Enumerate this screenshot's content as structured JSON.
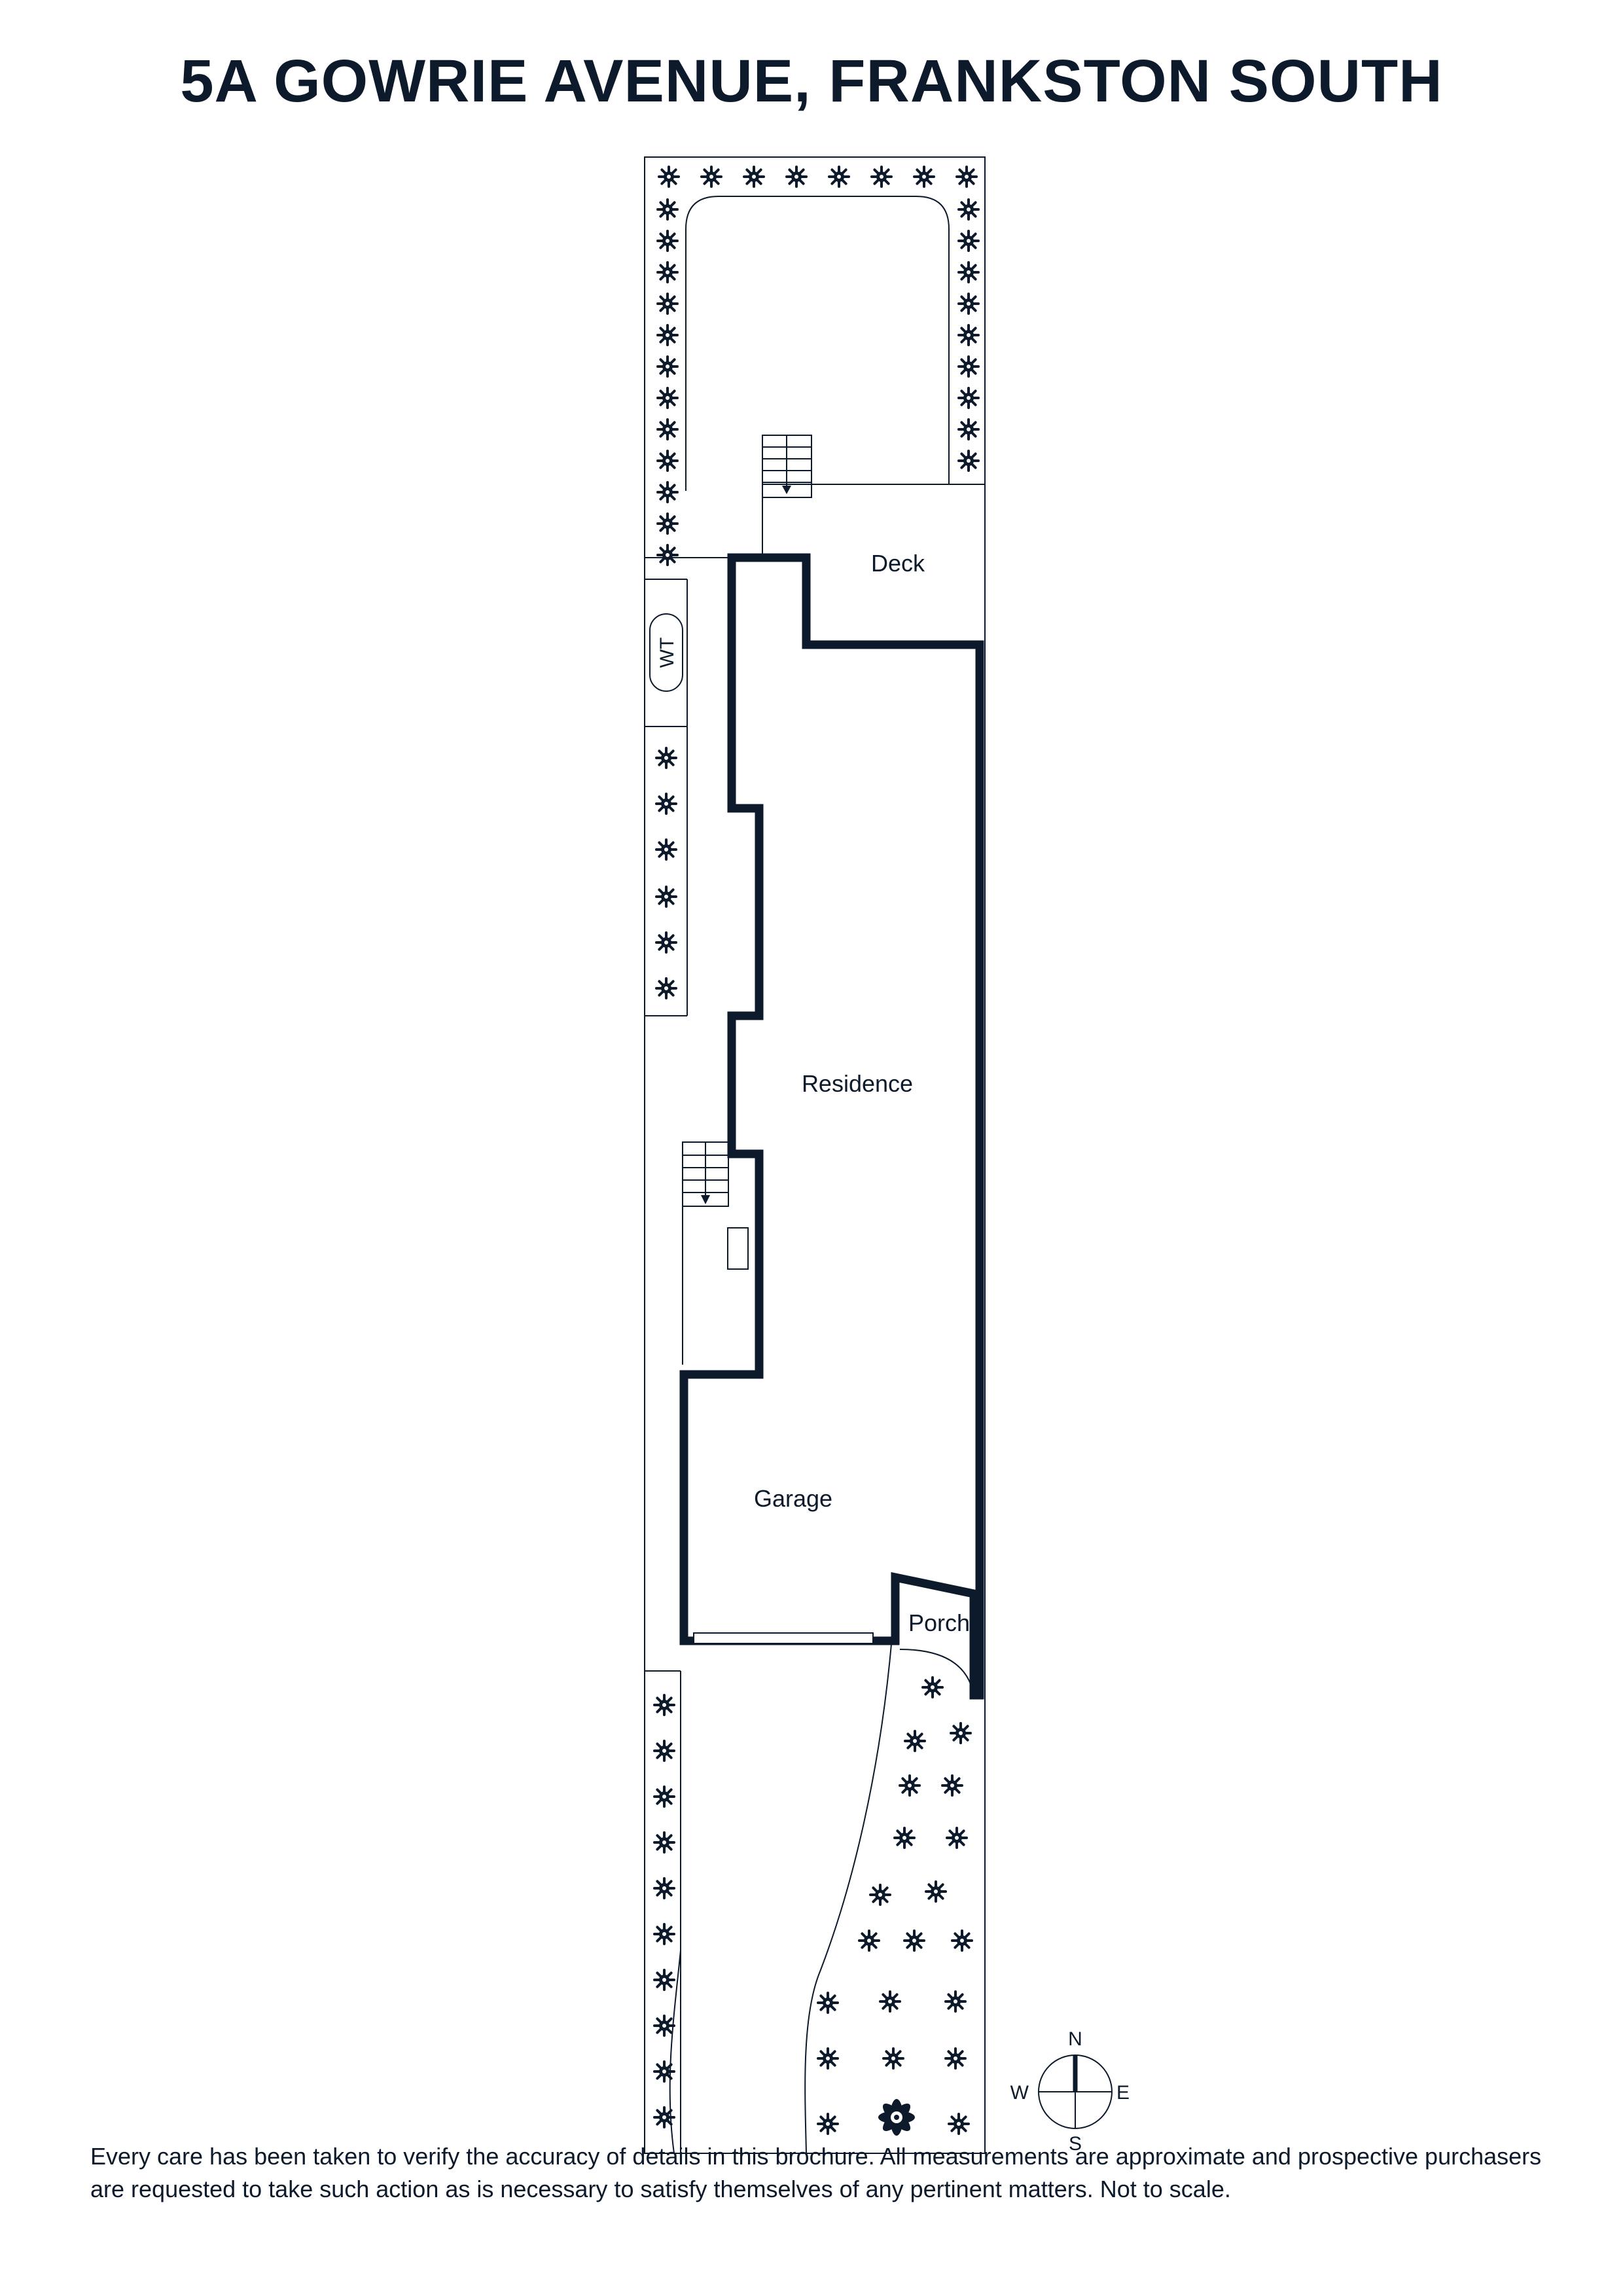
{
  "title": "5A GOWRIE AVENUE, FRANKSTON SOUTH",
  "rooms": {
    "deck": "Deck",
    "residence": "Residence",
    "garage": "Garage",
    "porch": "Porch"
  },
  "fixtures": {
    "water_tank": "WT"
  },
  "compass": {
    "north": "N",
    "south": "S",
    "east": "E",
    "west": "W"
  },
  "disclaimer": "Every care has been taken to verify the accuracy of details in this brochure. All measurements are approximate and prospective purchasers are requested to take such action as is necessary to satisfy themselves of any pertinent matters. Not to scale.",
  "colors": {
    "ink": "#0d1a2b",
    "background": "#ffffff"
  },
  "icons": [
    "flower-shrub-icon",
    "compass-icon",
    "stair-arrow-icon"
  ]
}
